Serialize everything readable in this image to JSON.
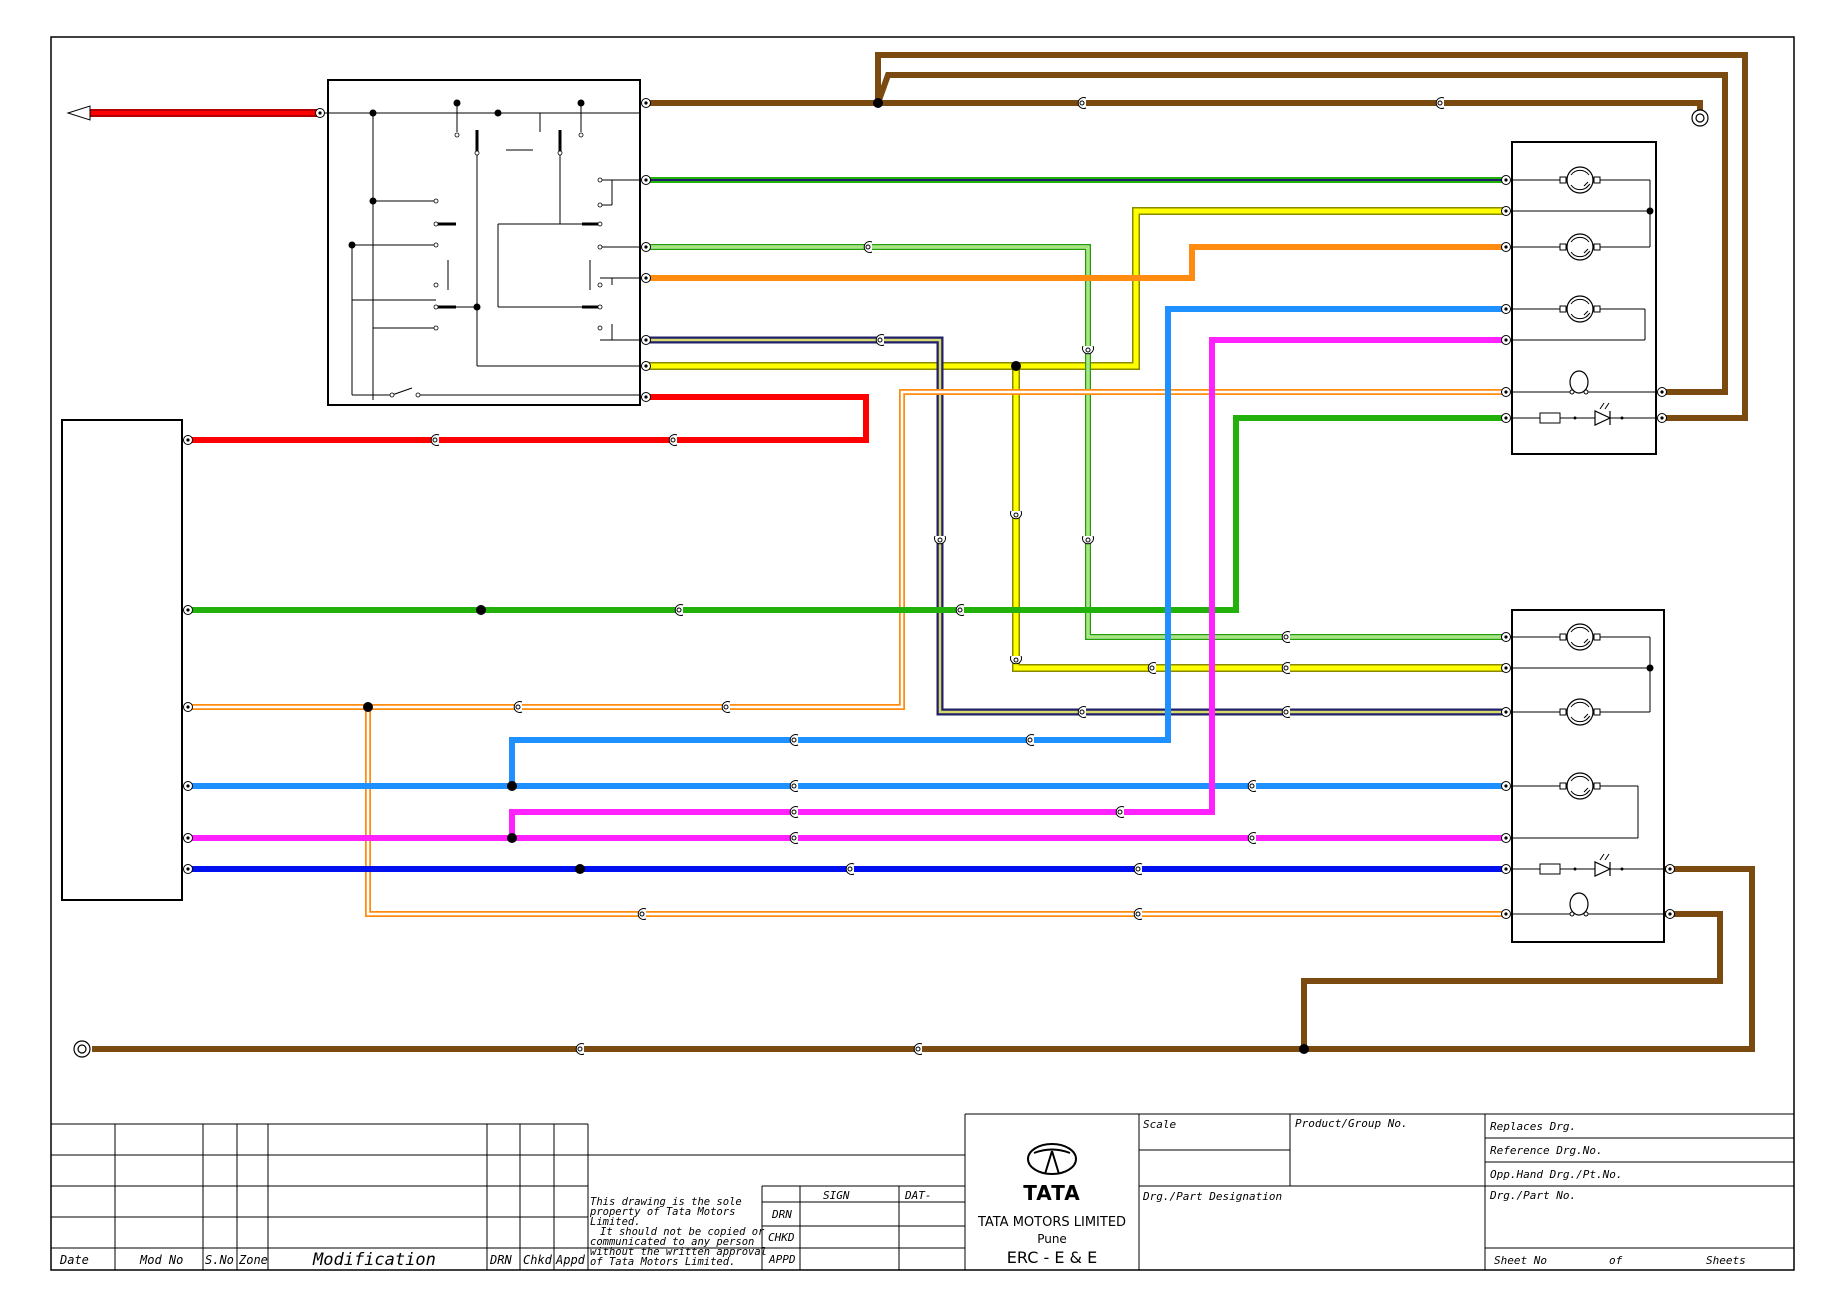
{
  "drawing": {
    "background": "#ffffff",
    "wire_colors": {
      "red": "#ff0000",
      "brown": "#7a4a10",
      "green": "#22b00a",
      "orange": "#ff8c10",
      "blue": "#1e90ff",
      "magenta": "#ff22ff",
      "dark_blue": "#0010ee",
      "yellow": "#ffff00",
      "light_green": "#88e050",
      "navy_yellow": "#20206a"
    },
    "symbols": [
      "arrow-icon",
      "ground-terminal-icon",
      "connector-icon",
      "motor-icon",
      "lamp-icon",
      "led-icon",
      "resistor-icon",
      "switch-icon"
    ]
  },
  "title_block": {
    "revision_headers": {
      "date": "Date",
      "mod_no": "Mod No",
      "s_no": "S.No",
      "zone": "Zone",
      "modification": "Modification",
      "drn": "DRN",
      "chkd": "Chkd",
      "appd": "Appd"
    },
    "notice": [
      "This drawing is the sole",
      "property of Tata Motors",
      "Limited.",
      "It should not be copied or",
      "communicated to any person",
      "without the written approval",
      "of Tata Motors Limited."
    ],
    "sign_header": "SIGN",
    "date_header": "DAT-",
    "approval_rows": [
      "DRN",
      "CHKD",
      "APPD"
    ],
    "logo_text": "TATA",
    "company": "TATA MOTORS LIMITED",
    "location": "Pune",
    "department": "ERC - E & E",
    "scale_label": "Scale",
    "product_group_label": "Product/Group No.",
    "designation_label": "Drg./Part Designation",
    "replaces_label": "Replaces Drg.",
    "reference_label": "Reference Drg.No.",
    "opp_hand_label": "Opp.Hand Drg./Pt.No.",
    "part_no_label": "Drg./Part No.",
    "sheet_no_label": "Sheet No",
    "of_label": "of",
    "sheets_label": "Sheets"
  }
}
